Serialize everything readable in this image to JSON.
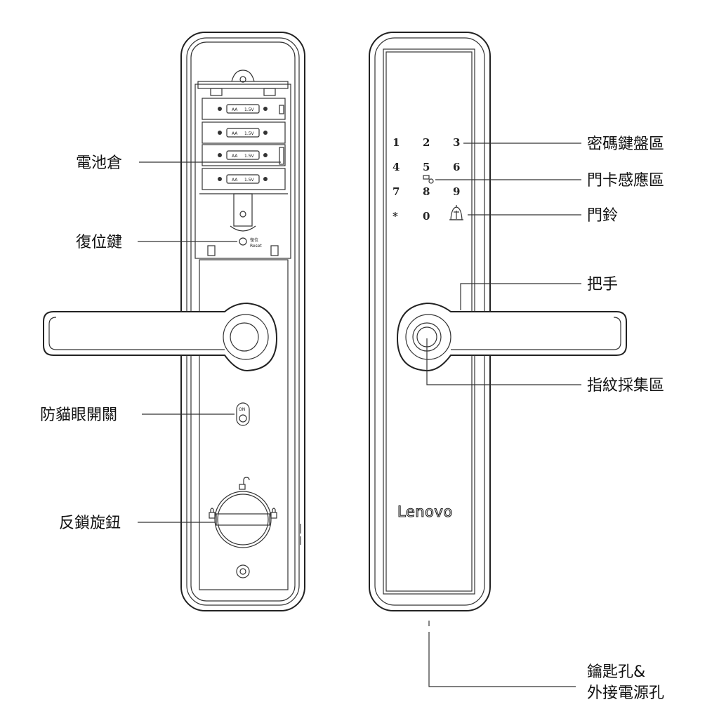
{
  "left_labels": [
    {
      "id": "battery",
      "text": "電池倉"
    },
    {
      "id": "reset",
      "text": "復位鍵"
    },
    {
      "id": "peephole",
      "text": "防貓眼開關"
    },
    {
      "id": "knob",
      "text": "反鎖旋鈕"
    }
  ],
  "right_labels": [
    {
      "id": "keypad",
      "text": "密碼鍵盤區"
    },
    {
      "id": "card",
      "text": "門卡感應區"
    },
    {
      "id": "bell",
      "text": "門鈴"
    },
    {
      "id": "handle",
      "text": "把手"
    },
    {
      "id": "fingerprint",
      "text": "指紋採集區"
    },
    {
      "id": "keyhole",
      "text": "鑰匙孔&",
      "text2": "外接電源孔"
    }
  ],
  "keypad_keys": [
    "1",
    "2",
    "3",
    "4",
    "5",
    "6",
    "7",
    "8",
    "9",
    "*",
    "0",
    "bell-icon"
  ],
  "battery_markings": {
    "type": "AA",
    "voltage": "1.5V"
  },
  "reset_marking": {
    "line1": "復位",
    "line2": "Reset"
  },
  "peephole_marking": "ON",
  "brand_logo": "Lenovo"
}
